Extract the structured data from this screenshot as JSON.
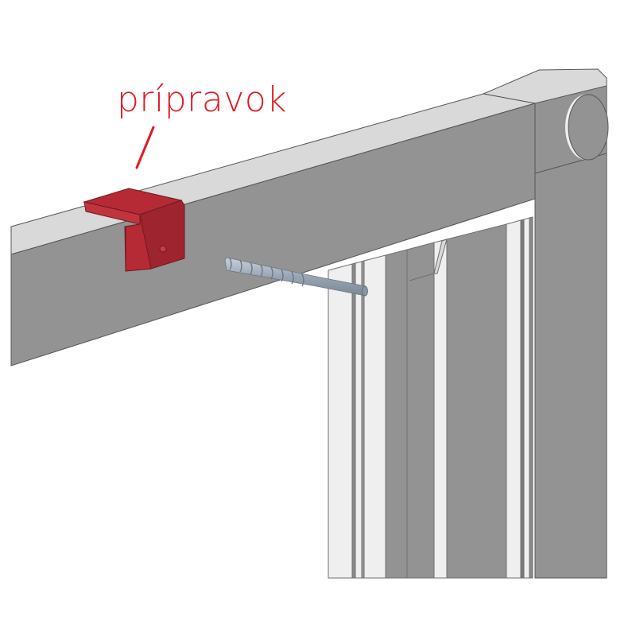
{
  "figure": {
    "type": "cad-illustration",
    "subject": "window frame with jig and drill bit",
    "callout": {
      "label": "prípravok",
      "color": "#e01b22"
    },
    "parts": [
      {
        "name": "horizontal-beam",
        "colors": {
          "top": "#d9d9d9",
          "front": "#939393"
        }
      },
      {
        "name": "jig",
        "color": "#b52a35"
      },
      {
        "name": "drill-bit",
        "color": "#aab4c2"
      },
      {
        "name": "vertical-post",
        "color": "#939393"
      },
      {
        "name": "end-cap-circle",
        "color": "#939393"
      },
      {
        "name": "frame-profiles",
        "colors": {
          "light": "#efefef",
          "dark": "#939393"
        }
      }
    ]
  }
}
